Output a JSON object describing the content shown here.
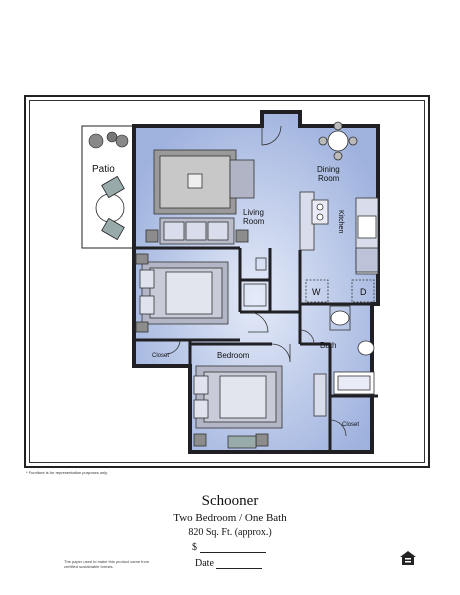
{
  "plan": {
    "rooms": {
      "patio": "Patio",
      "living": [
        "Living",
        "Room"
      ],
      "dining": [
        "Dining",
        "Room"
      ],
      "kitchen": "Kitchen",
      "washer": "W",
      "dryer": "D",
      "closet_left": "Closet",
      "bedroom": "Bedroom",
      "bath": "Bath",
      "closet_right": "Closet"
    },
    "colors": {
      "floor": "#aebfe4",
      "floor_light": "#dfe6f7",
      "wall": "#1f1f24",
      "patio": "#ffffff"
    }
  },
  "footnote": "* Furniture is for representation purposes only.",
  "title": {
    "name": "Schooner",
    "type": "Two Bedroom / One Bath",
    "area": "820 Sq. Ft. (approx.)"
  },
  "fields": {
    "price_symbol": "$",
    "date_label": "Date"
  },
  "paper_note": "The paper used to make this product came from certified sustainable forests.",
  "logo": "equal-housing-opportunity-icon"
}
